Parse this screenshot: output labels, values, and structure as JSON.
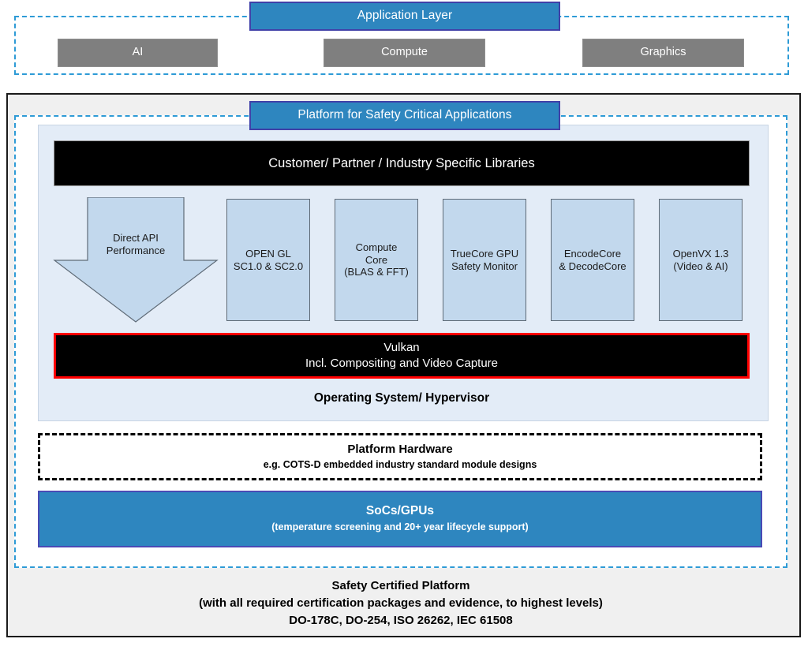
{
  "diagram": {
    "application_layer": {
      "title": "Application Layer",
      "boxes": [
        {
          "label": "AI"
        },
        {
          "label": "Compute"
        },
        {
          "label": "Graphics"
        }
      ]
    },
    "platform": {
      "title": "Platform for Safety Critical Applications",
      "libraries_bar": "Customer/ Partner / Industry Specific Libraries",
      "features": [
        {
          "label_line1": "Direct API",
          "label_line2": "Performance",
          "label_line3": ""
        },
        {
          "label_line1": "OPEN GL",
          "label_line2": "SC1.0 & SC2.0",
          "label_line3": ""
        },
        {
          "label_line1": "Compute",
          "label_line2": "Core",
          "label_line3": "(BLAS & FFT)"
        },
        {
          "label_line1": "TrueCore GPU",
          "label_line2": "Safety Monitor",
          "label_line3": ""
        },
        {
          "label_line1": "EncodeCore",
          "label_line2": "& DecodeCore",
          "label_line3": ""
        },
        {
          "label_line1": "OpenVX 1.3",
          "label_line2": "(Video & AI)",
          "label_line3": ""
        }
      ],
      "vulkan": {
        "line1": "Vulkan",
        "line2": "Incl. Compositing and Video Capture"
      },
      "os_label": "Operating System/ Hypervisor",
      "platform_hardware": {
        "title": "Platform Hardware",
        "subtitle": "e.g. COTS-D embedded industry standard module designs"
      },
      "socs_gpus": {
        "title": "SoCs/GPUs",
        "subtitle": "(temperature screening and 20+ year lifecycle support)"
      }
    },
    "footer": {
      "line1": "Safety Certified Platform",
      "line2": "(with all required certification packages and evidence, to highest levels)",
      "line3": "DO-178C, DO-254, ISO 26262, IEC 61508"
    },
    "colors": {
      "accent_blue": "#2e86bf",
      "chip_border": "#4040a8",
      "dashed_blue": "#2e9bd6",
      "grey_box": "#7f7f7f",
      "panel_light_blue": "#e3ecf7",
      "feature_box": "#c2d8ed",
      "vulkan_border_red": "#ff0000",
      "bar_black": "#000000",
      "container_grey": "#f0f0f0"
    }
  }
}
